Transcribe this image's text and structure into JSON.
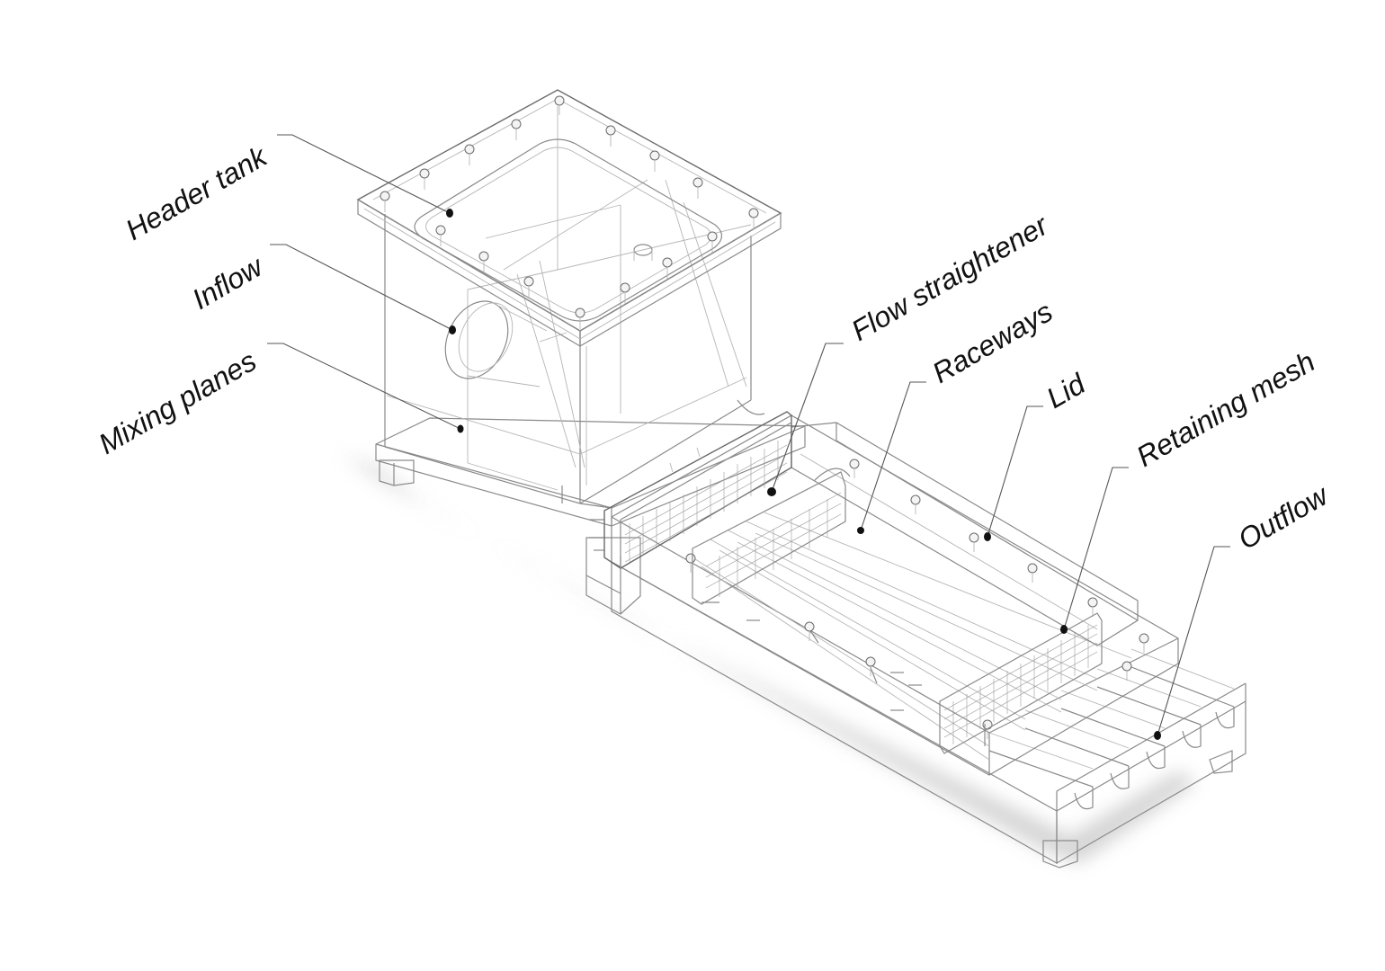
{
  "diagram": {
    "callouts": [
      {
        "id": "header-tank",
        "label": "Header tank"
      },
      {
        "id": "inflow",
        "label": "Inflow"
      },
      {
        "id": "mixing-planes",
        "label": "Mixing planes"
      },
      {
        "id": "flow-straightener",
        "label": "Flow straightener"
      },
      {
        "id": "raceways",
        "label": "Raceways"
      },
      {
        "id": "lid",
        "label": "Lid"
      },
      {
        "id": "retaining-mesh",
        "label": "Retaining mesh"
      },
      {
        "id": "outflow",
        "label": "Outflow"
      }
    ],
    "colors": {
      "line": "#8a8a8a",
      "text": "#111111",
      "shadow": "#d0d0d0",
      "background": "#ffffff"
    }
  }
}
